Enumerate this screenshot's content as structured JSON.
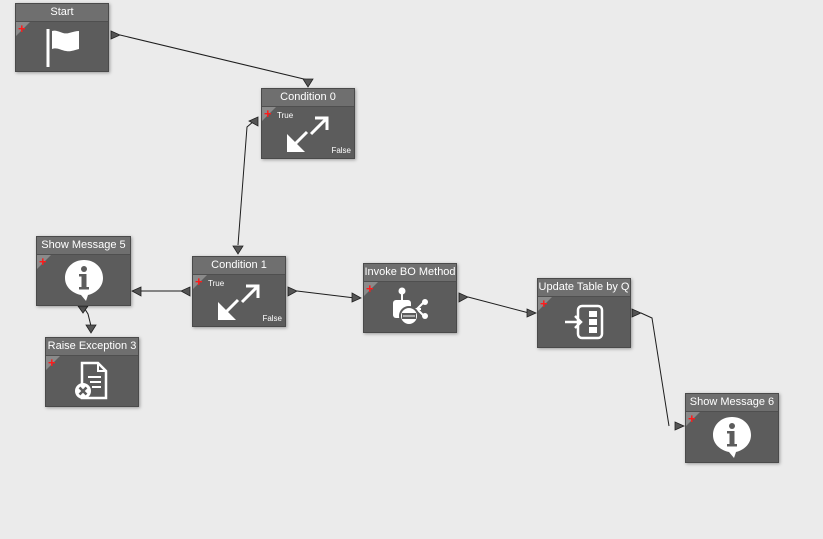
{
  "nodes": [
    {
      "id": "start",
      "title": "Start",
      "icon": "flag-icon"
    },
    {
      "id": "condition0",
      "title": "Condition 0",
      "icon": "condition-arrows-icon",
      "true_label": "True",
      "false_label": "False"
    },
    {
      "id": "condition1",
      "title": "Condition 1",
      "icon": "condition-arrows-icon",
      "true_label": "True",
      "false_label": "False"
    },
    {
      "id": "showmessage5",
      "title": "Show Message 5",
      "icon": "info-bubble-icon"
    },
    {
      "id": "raiseexception3",
      "title": "Raise Exception 3",
      "icon": "document-error-icon"
    },
    {
      "id": "invokebo",
      "title": "Invoke BO Method",
      "icon": "method-hierarchy-icon"
    },
    {
      "id": "updatetable",
      "title": "Update Table by Q",
      "icon": "table-insert-icon"
    },
    {
      "id": "showmessage6",
      "title": "Show Message 6",
      "icon": "info-bubble-icon"
    }
  ],
  "colors": {
    "canvas": "#ebebeb",
    "node_body": "#5c5c5c",
    "node_header": "#6f6f6f",
    "add_marker": "#ff1a1a",
    "wire": "#1e1e1e"
  }
}
